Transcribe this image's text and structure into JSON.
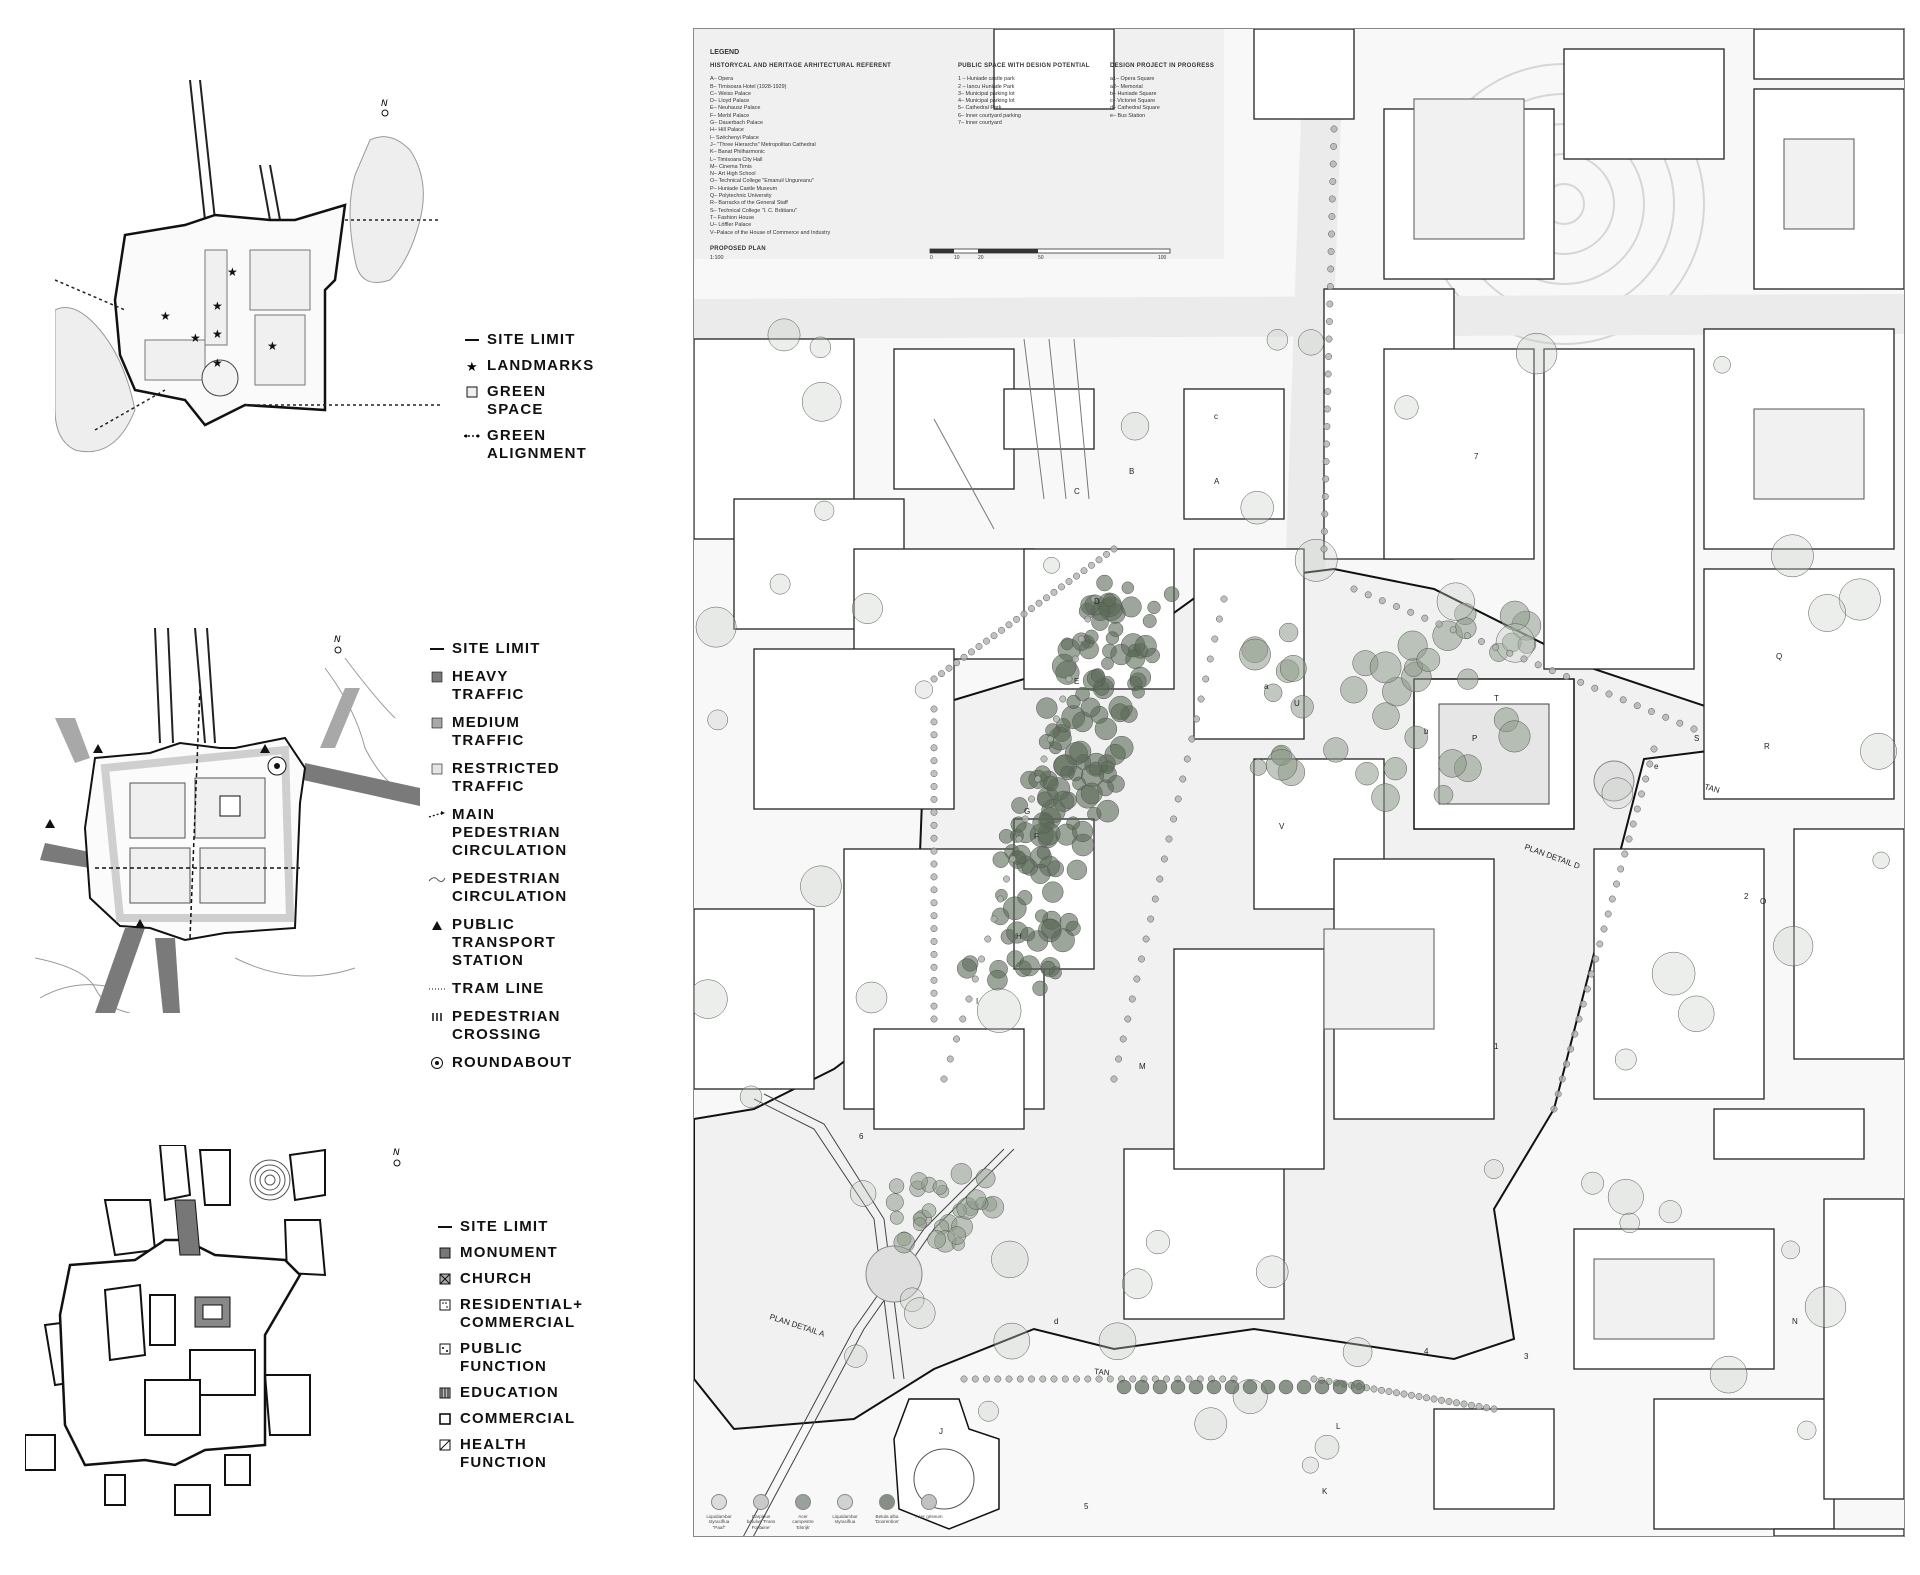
{
  "panels": [
    {
      "id": "green",
      "legend": [
        {
          "icon": "line-icon",
          "label": "SITE LIMIT"
        },
        {
          "icon": "star-icon",
          "label": "LANDMARKS"
        },
        {
          "icon": "square-icon",
          "label": "GREEN SPACE"
        },
        {
          "icon": "alignment-icon",
          "label": "GREEN ALIGNMENT"
        }
      ]
    },
    {
      "id": "traffic",
      "legend": [
        {
          "icon": "line-icon",
          "label": "SITE LIMIT"
        },
        {
          "icon": "heavy-traffic-icon",
          "label": "HEAVY TRAFFIC"
        },
        {
          "icon": "medium-traffic-icon",
          "label": "MEDIUM TRAFFIC"
        },
        {
          "icon": "restricted-traffic-icon",
          "label": "RESTRICTED\nTRAFFIC"
        },
        {
          "icon": "main-pedestrian-icon",
          "label": "MAIN PEDESTRIAN\nCIRCULATION"
        },
        {
          "icon": "pedestrian-icon",
          "label": "PEDESTRIAN\nCIRCULATION"
        },
        {
          "icon": "triangle-icon",
          "label": "PUBLIC TRANSPORT\nSTATION"
        },
        {
          "icon": "dotted-line-icon",
          "label": "TRAM LINE"
        },
        {
          "icon": "crossing-icon",
          "label": "PEDESTRIAN\nCROSSING"
        },
        {
          "icon": "roundabout-icon",
          "label": "ROUNDABOUT"
        }
      ]
    },
    {
      "id": "function",
      "legend": [
        {
          "icon": "line-icon",
          "label": "SITE LIMIT"
        },
        {
          "icon": "monument-icon",
          "label": "MONUMENT"
        },
        {
          "icon": "church-icon",
          "label": "CHURCH"
        },
        {
          "icon": "residential-icon",
          "label": "RESIDENTIAL+\nCOMMERCIAL"
        },
        {
          "icon": "public-icon",
          "label": "PUBLIC\nFUNCTION"
        },
        {
          "icon": "education-icon",
          "label": "EDUCATION"
        },
        {
          "icon": "commercial-icon",
          "label": "COMMERCIAL"
        },
        {
          "icon": "health-icon",
          "label": "HEALTH FUNCTION"
        }
      ]
    }
  ],
  "north_label": "N",
  "sheet": {
    "title": "LEGEND",
    "col1_title": "HISTORYCAL AND HERITAGE ARHITECTURAL REFERENT",
    "col1_items": [
      "A– Opera",
      "B– Timisoara Hotel (1928-1929)",
      "C– Weiss Palace",
      "D– Lloyd Palace",
      "E– Neuhausz Palace",
      "F– Merbl Palace",
      "G– Dauerbach Palace",
      "H– Hill Palace",
      "I– Széchenyi Palace",
      "J– \"Three Hierarchs\" Metropolitan Cathedral",
      "K– Banat Philharmonic",
      "L– Timisoara City Hall",
      "M– Cinema Timis",
      "N– Art High School",
      "O– Technical College \"Emanuil Ungureanu\"",
      "P– Huniade Castle Museum",
      "Q– Polytechnic University",
      "R– Barracks of the General Staff",
      "S– Technical College \"I. C. Brătianu\"",
      "T– Fashion House",
      "U– Löffler Palace",
      "V–Palace of the House of Commerce and Industry"
    ],
    "col2_title": "PUBLIC SPACE WITH DESIGN POTENTIAL",
    "col2_items": [
      "1 – Huniade castle park",
      "2 – Iancu Huniade Park",
      "3– Municipal parking lot",
      "4– Municipal parking lot",
      "5– Cathedral Park",
      "6– Inner courtyard parking",
      "7– Inner courtyard"
    ],
    "col3_title": "DESIGN PROJECT IN PROGRESS",
    "col3_items": [
      "a1– Opera Square",
      "a2– Memorial",
      "b– Huniade Square",
      "c– Victoriei Square",
      "d– Cathedral Square",
      "e– Bus Station"
    ],
    "proposed_plan": "PROPOSED PLAN",
    "scale": "1:100",
    "scale_ticks": [
      "0",
      "10",
      "20",
      "50",
      "100"
    ]
  },
  "map_labels": {
    "buildings": [
      "A",
      "B",
      "C",
      "D",
      "E",
      "F",
      "G",
      "H",
      "I",
      "J",
      "K",
      "L",
      "M",
      "N",
      "O",
      "P",
      "Q",
      "R",
      "S",
      "T",
      "U",
      "V"
    ],
    "spaces": [
      "1",
      "2",
      "3",
      "4",
      "5",
      "6",
      "7"
    ],
    "squares": [
      "a",
      "b",
      "c",
      "d",
      "e"
    ],
    "plan_detail_d": "PLAN DETAIL D",
    "plan_detail_a": "PLAN DETAIL A",
    "tan": "TAN"
  },
  "tree_legend": [
    {
      "name": "Liquidambar styraciflua \"Paaf\"",
      "color": "#dcdcdc"
    },
    {
      "name": "Carpinus betulus 'Frans Fontaine'",
      "color": "#c9c9c9"
    },
    {
      "name": "Acer campestre 'Elsrijk'",
      "color": "#9aa09a"
    },
    {
      "name": "Liquidambar styraciflua",
      "color": "#cfd3cf"
    },
    {
      "name": "Betula alba 'Doorenbos'",
      "color": "#868f86"
    },
    {
      "name": "Acer griseum",
      "color": "#c2c2c2"
    }
  ],
  "colors": {
    "heavy": "#7a7a7a",
    "medium": "#a8a8a8",
    "restricted": "#dedede",
    "tree_dark": "#5b6a58",
    "tree_mid": "#8e9a8a",
    "tree_light": "#c8cec6"
  }
}
